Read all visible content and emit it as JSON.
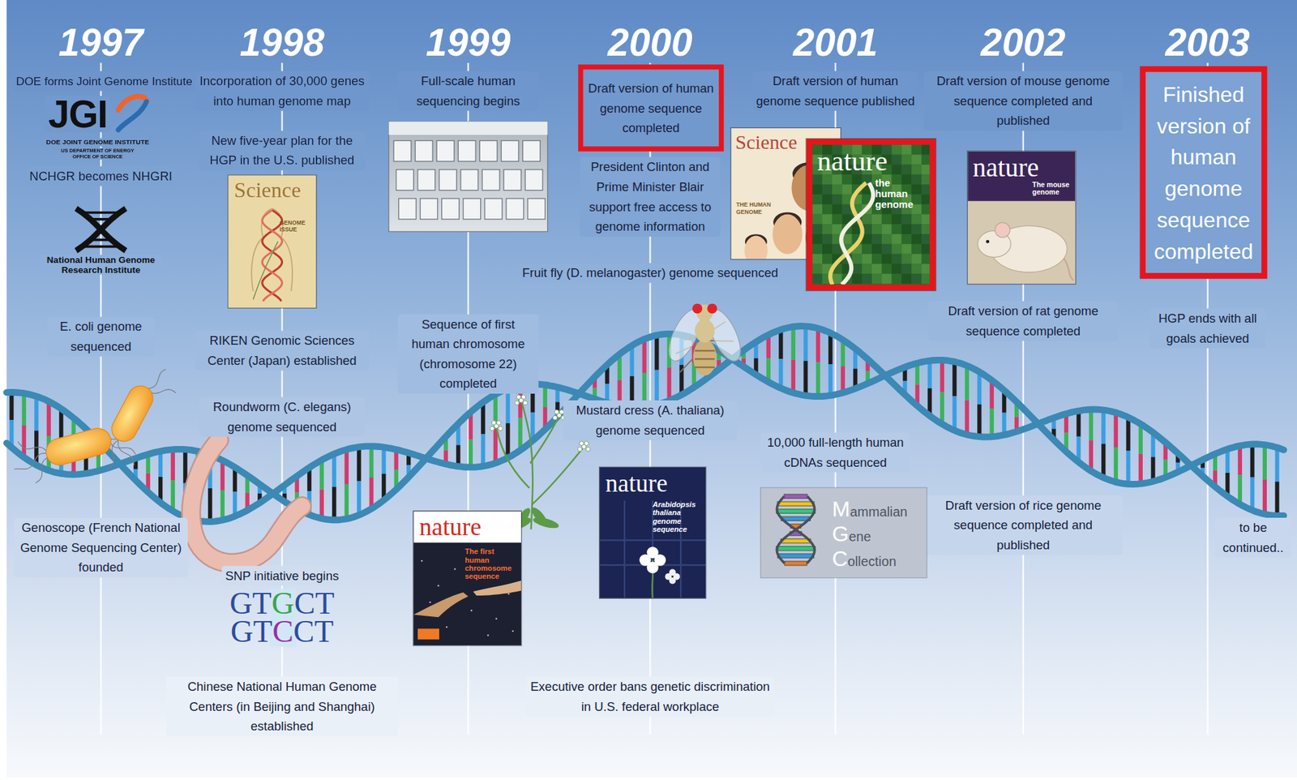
{
  "diagram": {
    "nodes": [
      {
        "text": [
          "Science",
          "GENOME ISSUE"
        ]
      },
      {
        "text": [
          "nature",
          "The first human chromosome sequence"
        ]
      },
      {
        "text": [
          "Draft version of human genome sequence completed"
        ]
      },
      {
        "text": [
          "nature",
          "Arabidopsis thaliana genome sequence"
        ]
      },
      {
        "text": [
          "Science",
          "THE HUMAN GENOME"
        ]
      },
      {
        "text": [
          "nature",
          "the human genome"
        ]
      },
      {
        "text": [
          "Mammalian Gene Collection"
        ]
      },
      {
        "text": [
          "nature",
          "The mouse genome"
        ]
      },
      {
        "text": [
          "Finished version of human genome sequence completed"
        ]
      }
    ],
    "labels": [
      "1997",
      "DOE forms Joint Genome Institute",
      "JGI",
      "DOE JOINT GENOME INSTITUTE",
      "US DEPARTMENT OF ENERGY",
      "OFFICE OF SCIENCE",
      "NCHGR becomes NHGRI",
      "National Human Genome Research Institute",
      "E. coli genome sequenced",
      "Genoscope (French National Genome Sequencing Center) founded",
      "1998",
      "Incorporation of 30,000 genes into human genome map",
      "New five-year plan for the HGP in the U.S. published",
      "RIKEN Genomic Sciences Center (Japan) established",
      "Roundworm (C. elegans) genome sequenced",
      "SNP initiative begins",
      "GTGCT",
      "GTCCT",
      "Chinese National Human Genome Centers (in Beijing and Shanghai) established",
      "1999",
      "Full-scale human sequencing begins",
      "Sequence of first human chromosome (chromosome 22) completed",
      "2000",
      "President Clinton and Prime Minister Blair support free access to genome information",
      "Fruit fly (D. melanogaster) genome sequenced",
      "Mustard cress (A. thaliana) genome sequenced",
      "Executive order bans genetic discrimination in U.S. federal workplace",
      "2001",
      "Draft version of human genome sequence published",
      "10,000 full-length human cDNAs sequenced",
      "2002",
      "Draft version of mouse genome sequence completed and published",
      "Draft version of rat genome sequence completed",
      "Draft version of rice genome sequence completed and published",
      "2003",
      "HGP ends with all goals achieved",
      "to be continued.."
    ]
  }
}
